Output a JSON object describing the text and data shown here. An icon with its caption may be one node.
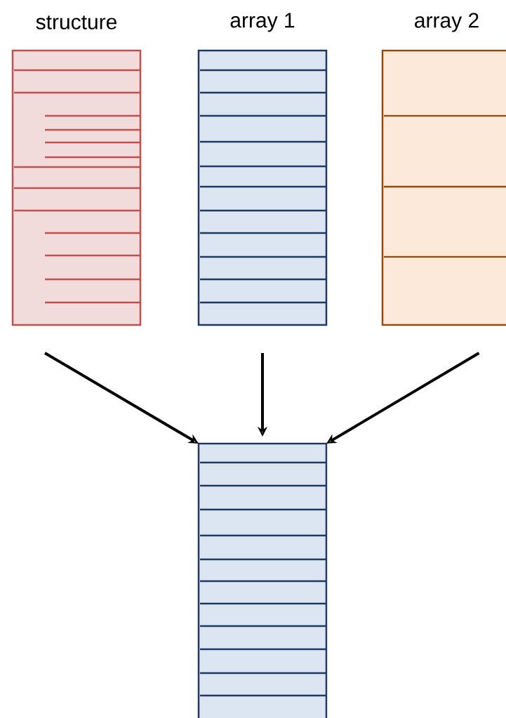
{
  "diagram": {
    "nodes": [
      {
        "text": [
          "structure"
        ]
      },
      {
        "text": [
          "array 1"
        ]
      },
      {
        "text": [
          "array 2"
        ]
      },
      {
        "text": [],
        "shape": "box"
      }
    ],
    "edges": [
      {
        "from": 0,
        "to": 3,
        "arrow": "to"
      },
      {
        "from": 1,
        "to": 3,
        "arrow": "to"
      },
      {
        "from": 2,
        "to": 3,
        "arrow": "to"
      }
    ]
  }
}
